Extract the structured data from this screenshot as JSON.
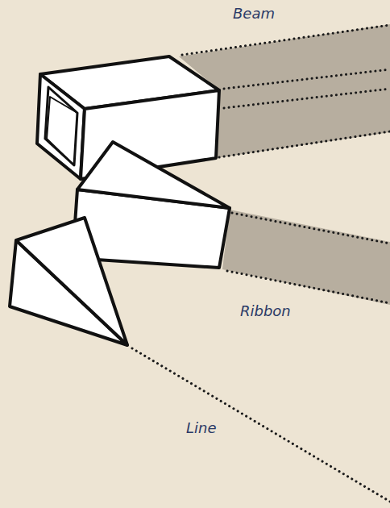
{
  "diagram": {
    "labels": [
      "Beam",
      "Ribbon",
      "Line"
    ]
  }
}
